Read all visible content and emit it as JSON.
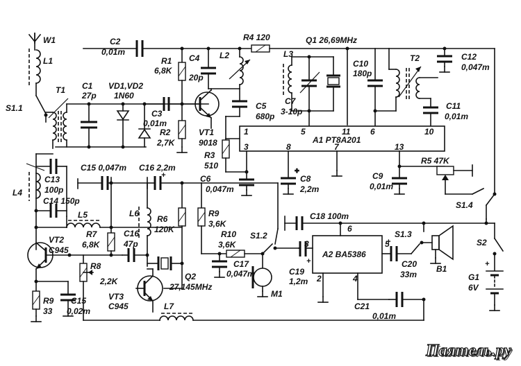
{
  "labels": {
    "w1": "W1",
    "l1": "L1",
    "s11": "S1.1",
    "t1": "T1",
    "c1": "C1",
    "c1v": "27p",
    "vd": "VD1,VD2",
    "vdv": "1N60",
    "c2": "C2",
    "c2v": "0,01m",
    "r1": "R1",
    "r1v": "6,8K",
    "c3": "C3",
    "c3v": "0,01m",
    "r2": "R2",
    "r2v": "2,7K",
    "c4": "C4",
    "c4v": "20p",
    "vt1": "VT1",
    "vt1v": "9018",
    "r4": "R4 120",
    "l2": "L2",
    "q1": "Q1 26,69MHz",
    "l3": "L3",
    "c7": "C7",
    "c7v": "3-10p",
    "c5": "C5",
    "c5v": "680p",
    "c10": "C10",
    "c10v": "180p",
    "t2": "T2",
    "c12": "C12",
    "c12v": "0,047m",
    "c11": "C11",
    "c11v": "0,01m",
    "a1": "A1 PT8A201",
    "r3": "R3",
    "r3v": "510",
    "c6": "C6",
    "c6v": "0,047m",
    "c8": "C8",
    "c8v": "2,2m",
    "c9": "C9",
    "c9v": "0,01m",
    "r5": "R5 47K",
    "c13": "C13",
    "c13v": "100p",
    "l4": "L4",
    "c14": "C14 150p",
    "c15t": "C15 0,047m",
    "c16t": "C16 2,2m",
    "l5": "L5",
    "l6": "L6",
    "r6": "R6",
    "r6v": "120K",
    "r9t": "R9",
    "r9tv": "3,6K",
    "r10": "R10",
    "r10v": "3,6K",
    "s12": "S1.2",
    "s14": "S1.4",
    "c18": "C18 100m",
    "s13": "S1.3",
    "vt2": "VT2",
    "vt2v": "C945",
    "r7": "R7",
    "r7v": "6,8K",
    "c16b": "C16",
    "c16bv": "47p",
    "r8": "R8",
    "r8v": "2,2K",
    "c17": "C17",
    "c17v": "0,047m",
    "m1": "M1",
    "a2": "A2 BA5386",
    "c19": "C19",
    "c19v": "1,2m",
    "c20": "C20",
    "c20v": "33m",
    "b1": "B1",
    "s2": "S2",
    "g1": "G1",
    "g1v": "6V",
    "c21": "C21",
    "c21v": "0,01m",
    "q2": "Q2",
    "q2v": "27,145MHz",
    "vt3": "VT3",
    "vt3v": "C945",
    "r9b": "R9",
    "r9bv": "33",
    "c15b": "C15",
    "c15bv": "0,02m",
    "l7": "L7"
  },
  "pins": {
    "a1_1": "1",
    "a1_3": "3",
    "a1_5": "5",
    "a1_6": "6",
    "a1_7": "7",
    "a1_8": "8",
    "a1_10": "10",
    "a1_11": "11",
    "a1_13": "13",
    "a2_2": "2",
    "a2_3": "3",
    "a2_4": "4",
    "a2_5": "5",
    "a2_6": "6"
  },
  "watermark": "Паятель.ру"
}
